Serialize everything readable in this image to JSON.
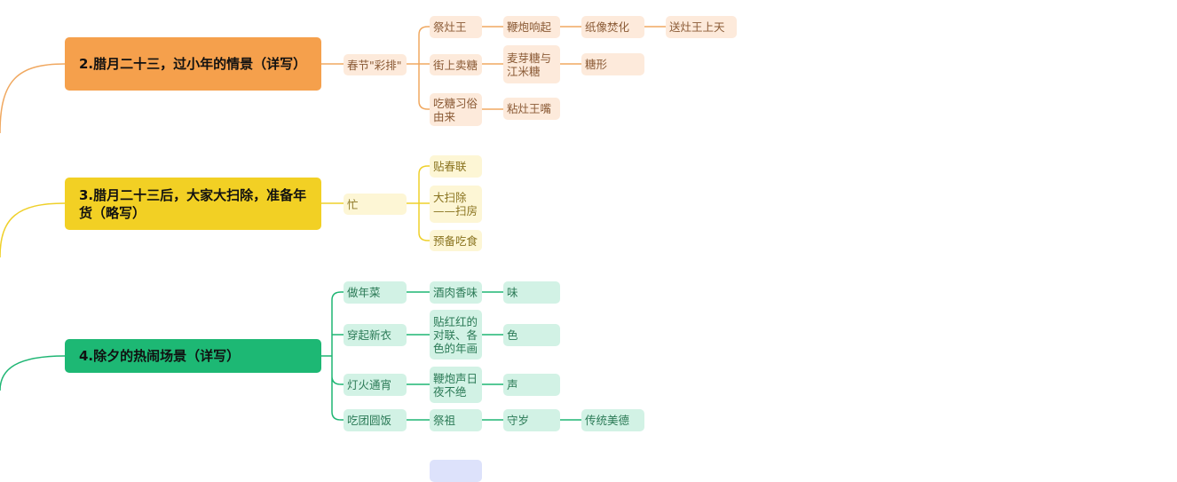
{
  "colors": {
    "orange": "#f5a04c",
    "yellow": "#f2d024",
    "green": "#1db874",
    "purple": "#dde2fb"
  },
  "branches": [
    {
      "title": "2.腊月二十三，过小年的情景（详写）",
      "child": "春节\"彩排\"",
      "items": [
        {
          "label": "祭灶王",
          "chain": [
            "鞭炮响起",
            "纸像焚化",
            "送灶王上天"
          ]
        },
        {
          "label": "街上卖糖",
          "chain": [
            "麦芽糖与江米糖",
            "糖形"
          ]
        },
        {
          "label": "吃糖习俗由来",
          "chain": [
            "粘灶王嘴"
          ]
        }
      ]
    },
    {
      "title": "3.腊月二十三后，大家大扫除，准备年货（略写）",
      "child": "忙",
      "items": [
        {
          "label": "贴春联"
        },
        {
          "label": "大扫除——扫房"
        },
        {
          "label": "预备吃食"
        }
      ]
    },
    {
      "title": "4.除夕的热闹场景（详写）",
      "items": [
        {
          "label": "做年菜",
          "chain": [
            "酒肉香味",
            "味"
          ]
        },
        {
          "label": "穿起新衣",
          "chain": [
            "贴红红的对联、各色的年画",
            "色"
          ]
        },
        {
          "label": "灯火通宵",
          "chain": [
            "鞭炮声日夜不绝",
            "声"
          ]
        },
        {
          "label": "吃团圆饭",
          "chain": [
            "祭祖",
            "守岁",
            "传统美德"
          ]
        }
      ]
    }
  ]
}
